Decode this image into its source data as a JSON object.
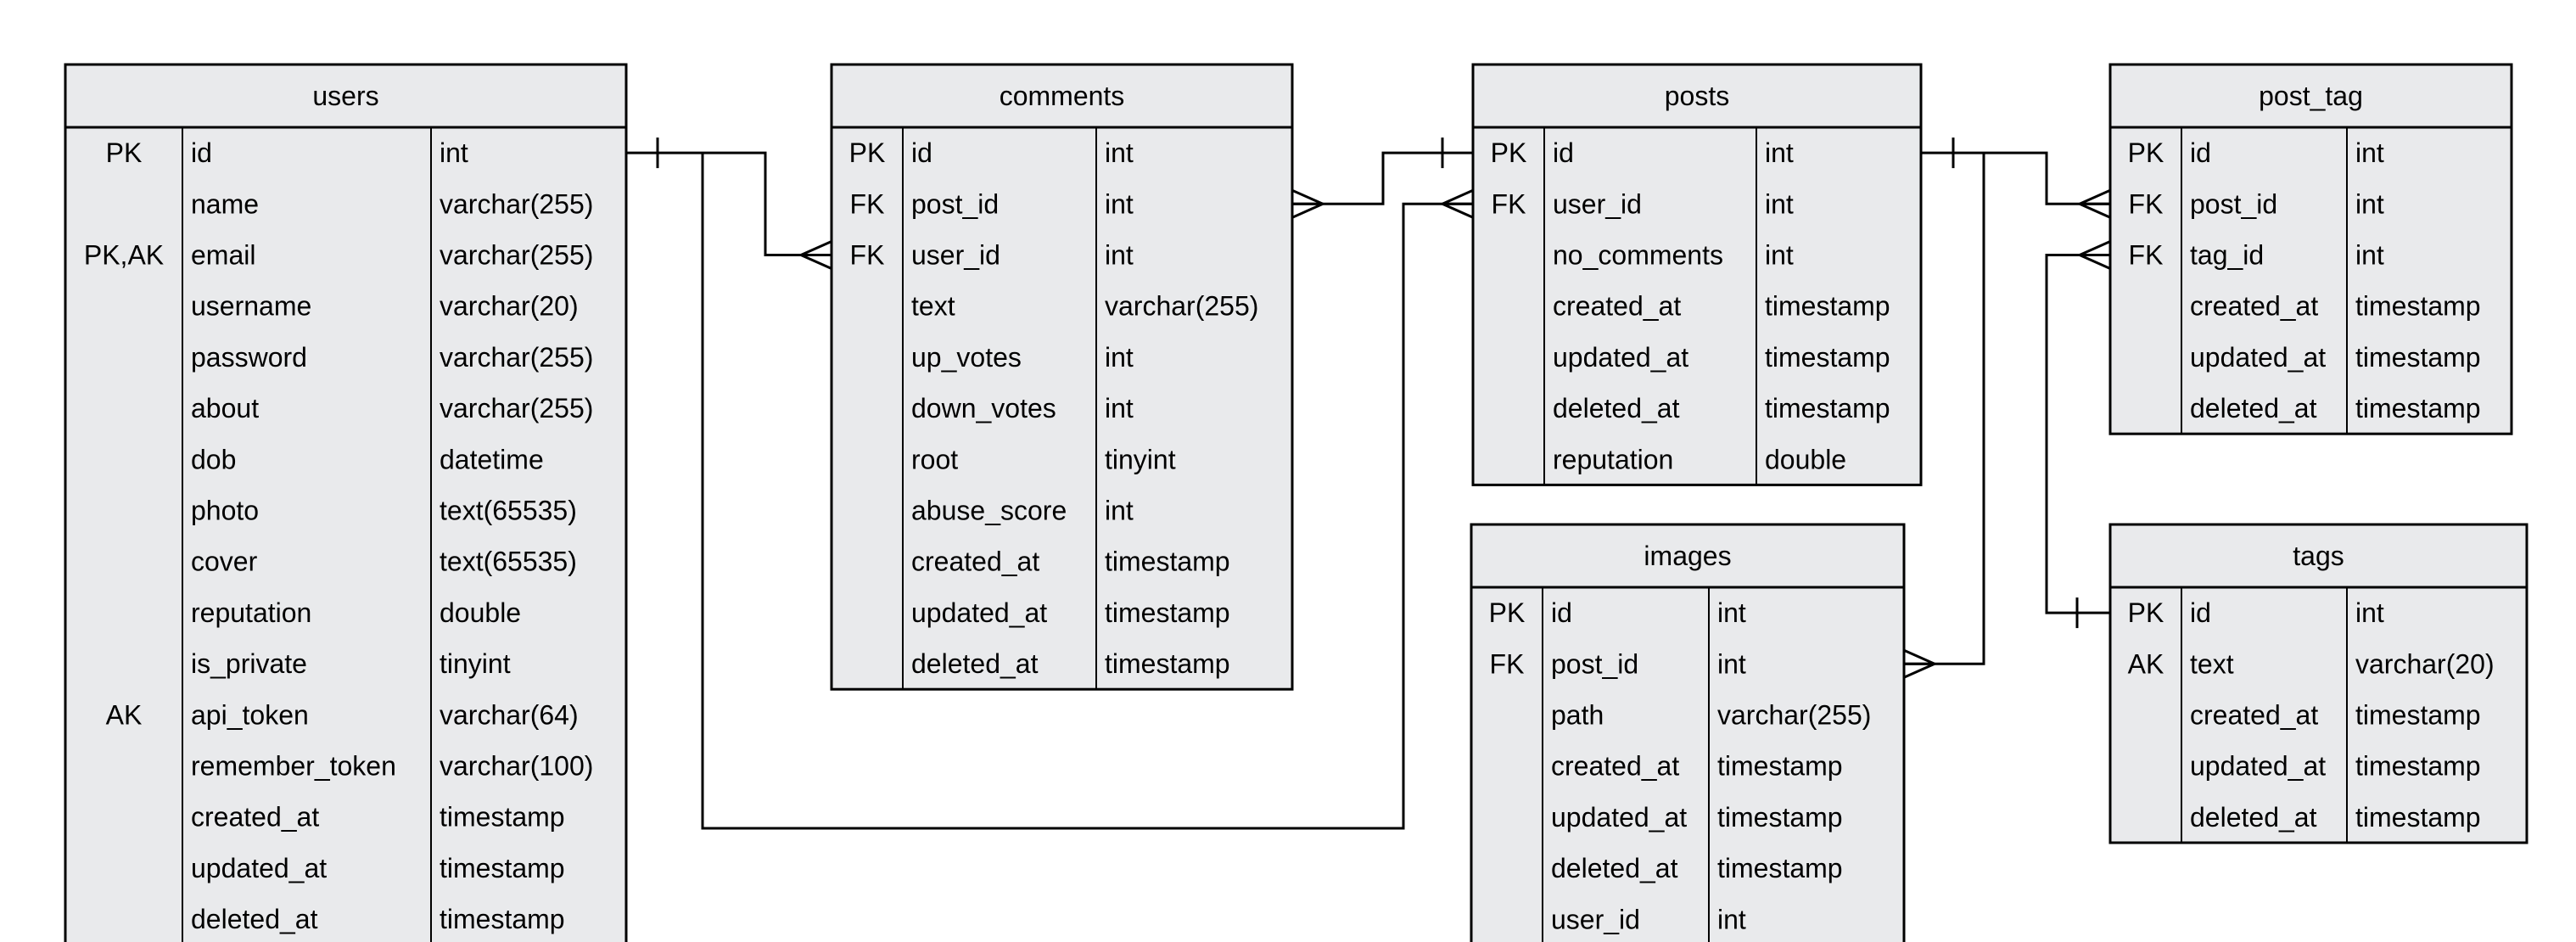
{
  "entities": [
    {
      "key": "users",
      "title": "users",
      "rows": [
        [
          "PK",
          "id",
          "int"
        ],
        [
          "",
          "name",
          "varchar(255)"
        ],
        [
          "PK,AK",
          "email",
          "varchar(255)"
        ],
        [
          "",
          "username",
          "varchar(20)"
        ],
        [
          "",
          "password",
          "varchar(255)"
        ],
        [
          "",
          "about",
          "varchar(255)"
        ],
        [
          "",
          "dob",
          "datetime"
        ],
        [
          "",
          "photo",
          "text(65535)"
        ],
        [
          "",
          "cover",
          "text(65535)"
        ],
        [
          "",
          "reputation",
          "double"
        ],
        [
          "",
          "is_private",
          "tinyint"
        ],
        [
          "AK",
          "api_token",
          "varchar(64)"
        ],
        [
          "",
          "remember_token",
          "varchar(100)"
        ],
        [
          "",
          "created_at",
          "timestamp"
        ],
        [
          "",
          "updated_at",
          "timestamp"
        ],
        [
          "",
          "deleted_at",
          "timestamp"
        ]
      ]
    },
    {
      "key": "comments",
      "title": "comments",
      "rows": [
        [
          "PK",
          "id",
          "int"
        ],
        [
          "FK",
          "post_id",
          "int"
        ],
        [
          "FK",
          "user_id",
          "int"
        ],
        [
          "",
          "text",
          "varchar(255)"
        ],
        [
          "",
          "up_votes",
          "int"
        ],
        [
          "",
          "down_votes",
          "int"
        ],
        [
          "",
          "root",
          "tinyint"
        ],
        [
          "",
          "abuse_score",
          "int"
        ],
        [
          "",
          "created_at",
          "timestamp"
        ],
        [
          "",
          "updated_at",
          "timestamp"
        ],
        [
          "",
          "deleted_at",
          "timestamp"
        ]
      ]
    },
    {
      "key": "posts",
      "title": "posts",
      "rows": [
        [
          "PK",
          "id",
          "int"
        ],
        [
          "FK",
          "user_id",
          "int"
        ],
        [
          "",
          "no_comments",
          "int"
        ],
        [
          "",
          "created_at",
          "timestamp"
        ],
        [
          "",
          "updated_at",
          "timestamp"
        ],
        [
          "",
          "deleted_at",
          "timestamp"
        ],
        [
          "",
          "reputation",
          "double"
        ]
      ]
    },
    {
      "key": "images",
      "title": "images",
      "rows": [
        [
          "PK",
          "id",
          "int"
        ],
        [
          "FK",
          "post_id",
          "int"
        ],
        [
          "",
          "path",
          "varchar(255)"
        ],
        [
          "",
          "created_at",
          "timestamp"
        ],
        [
          "",
          "updated_at",
          "timestamp"
        ],
        [
          "",
          "deleted_at",
          "timestamp"
        ],
        [
          "",
          "user_id",
          "int"
        ]
      ]
    },
    {
      "key": "post_tag",
      "title": "post_tag",
      "rows": [
        [
          "PK",
          "id",
          "int"
        ],
        [
          "FK",
          "post_id",
          "int"
        ],
        [
          "FK",
          "tag_id",
          "int"
        ],
        [
          "",
          "created_at",
          "timestamp"
        ],
        [
          "",
          "updated_at",
          "timestamp"
        ],
        [
          "",
          "deleted_at",
          "timestamp"
        ]
      ]
    },
    {
      "key": "tags",
      "title": "tags",
      "rows": [
        [
          "PK",
          "id",
          "int"
        ],
        [
          "AK",
          "text",
          "varchar(20)"
        ],
        [
          "",
          "created_at",
          "timestamp"
        ],
        [
          "",
          "updated_at",
          "timestamp"
        ],
        [
          "",
          "deleted_at",
          "timestamp"
        ]
      ]
    }
  ],
  "relationships": [
    {
      "from": "users.id",
      "to": "comments.user_id",
      "from_end": "one",
      "to_end": "many"
    },
    {
      "from": "users.id",
      "to": "posts.user_id",
      "from_end": "one",
      "to_end": "many"
    },
    {
      "from": "posts.id",
      "to": "comments.post_id",
      "from_end": "one",
      "to_end": "many"
    },
    {
      "from": "posts.id",
      "to": "post_tag.post_id",
      "from_end": "one",
      "to_end": "many"
    },
    {
      "from": "posts.id",
      "to": "images.post_id",
      "from_end": "one",
      "to_end": "many"
    },
    {
      "from": "tags.id",
      "to": "post_tag.tag_id",
      "from_end": "one",
      "to_end": "many"
    }
  ],
  "colors": {
    "table_fill": "#e9eaec",
    "line": "#000000",
    "background": "#ffffff"
  }
}
